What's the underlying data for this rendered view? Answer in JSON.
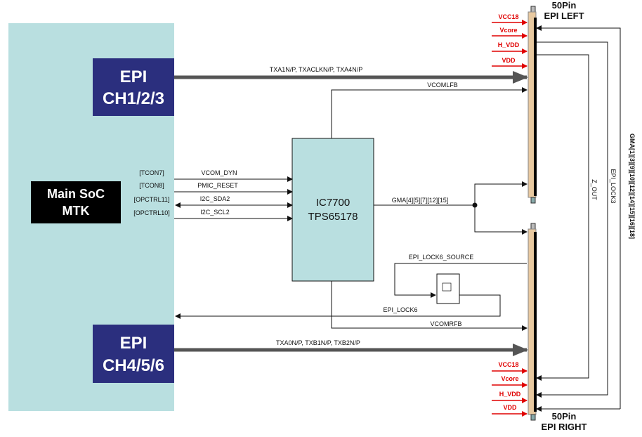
{
  "soc": {
    "line1": "Main SoC",
    "line2": "MTK"
  },
  "epi_top": {
    "line1": "EPI",
    "line2": "CH1/2/3",
    "bus": "TXA1N/P, TXACLKN/P, TXA4N/P"
  },
  "epi_bottom": {
    "line1": "EPI",
    "line2": "CH4/5/6",
    "bus": "TXA0N/P, TXB1N/P, TXB2N/P"
  },
  "ic": {
    "line1": "IC7700",
    "line2": "TPS65178"
  },
  "signals": [
    {
      "pin": "[TCON7]",
      "name": "VCOM_DYN"
    },
    {
      "pin": "[TCON8]",
      "name": "PMIC_RESET"
    },
    {
      "pin": "[OPCTRL11]",
      "name": "I2C_SDA2"
    },
    {
      "pin": "[OPCTRL10]",
      "name": "I2C_SCL2"
    }
  ],
  "nets": {
    "vcomlfb": "VCOMLFB",
    "vcomrfb": "VCOMRFB",
    "gma_ic": "GMA[4][5][7][12][15]",
    "lock6_source": "EPI_LOCK6_SOURCE",
    "lock6": "EPI_LOCK6",
    "z_out": "Z_OUT",
    "lock3": "EPI_LOCK3",
    "gma_loop": "GMA[1][3][9][10][12][14][15][16][18]"
  },
  "connector_left": {
    "pins": "50Pin",
    "name": "EPI LEFT"
  },
  "connector_right": {
    "pins": "50Pin",
    "name": "EPI RIGHT"
  },
  "power": [
    "VCC18",
    "Vcore",
    "H_VDD",
    "VDD"
  ],
  "colors": {
    "soc_area": "#b9dfe0",
    "epi_box": "#2b2f7e",
    "power": "#e00000",
    "connector": "#e8c9a0"
  }
}
